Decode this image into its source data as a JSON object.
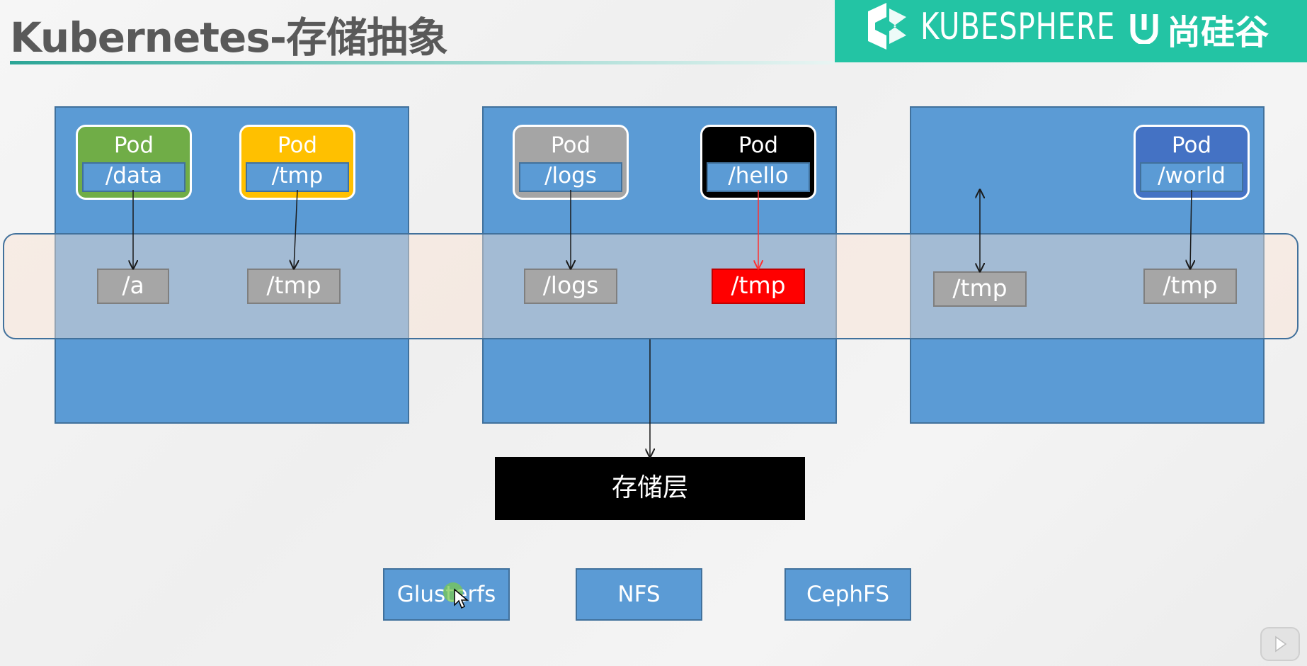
{
  "slide": {
    "title": "Kubernetes-存储抽象"
  },
  "brand": {
    "name": "KUBESPHERE",
    "partner": "尚硅谷",
    "color": "#23c4a4"
  },
  "pods": [
    {
      "label": "Pod",
      "path": "/data",
      "color": "#70ad47"
    },
    {
      "label": "Pod",
      "path": "/tmp",
      "color": "#ffc000"
    },
    {
      "label": "Pod",
      "path": "/logs",
      "color": "#a5a5a5"
    },
    {
      "label": "Pod",
      "path": "/hello",
      "color": "#000000"
    },
    {
      "label": "Pod",
      "path": "/world",
      "color": "#4472c4"
    }
  ],
  "volumes": [
    {
      "label": "/a"
    },
    {
      "label": "/tmp"
    },
    {
      "label": "/logs"
    },
    {
      "label": "/tmp",
      "highlight": "#ff0000"
    },
    {
      "label": "/tmp"
    },
    {
      "label": "/tmp"
    }
  ],
  "storage_layer": {
    "label": "存储层"
  },
  "filesystems": [
    {
      "label": "Glusterfs"
    },
    {
      "label": "NFS"
    },
    {
      "label": "CephFS"
    }
  ],
  "colors": {
    "node": "#5b9bd5",
    "volume": "#a6a6a6",
    "arrow_highlight": "#ff0000"
  }
}
